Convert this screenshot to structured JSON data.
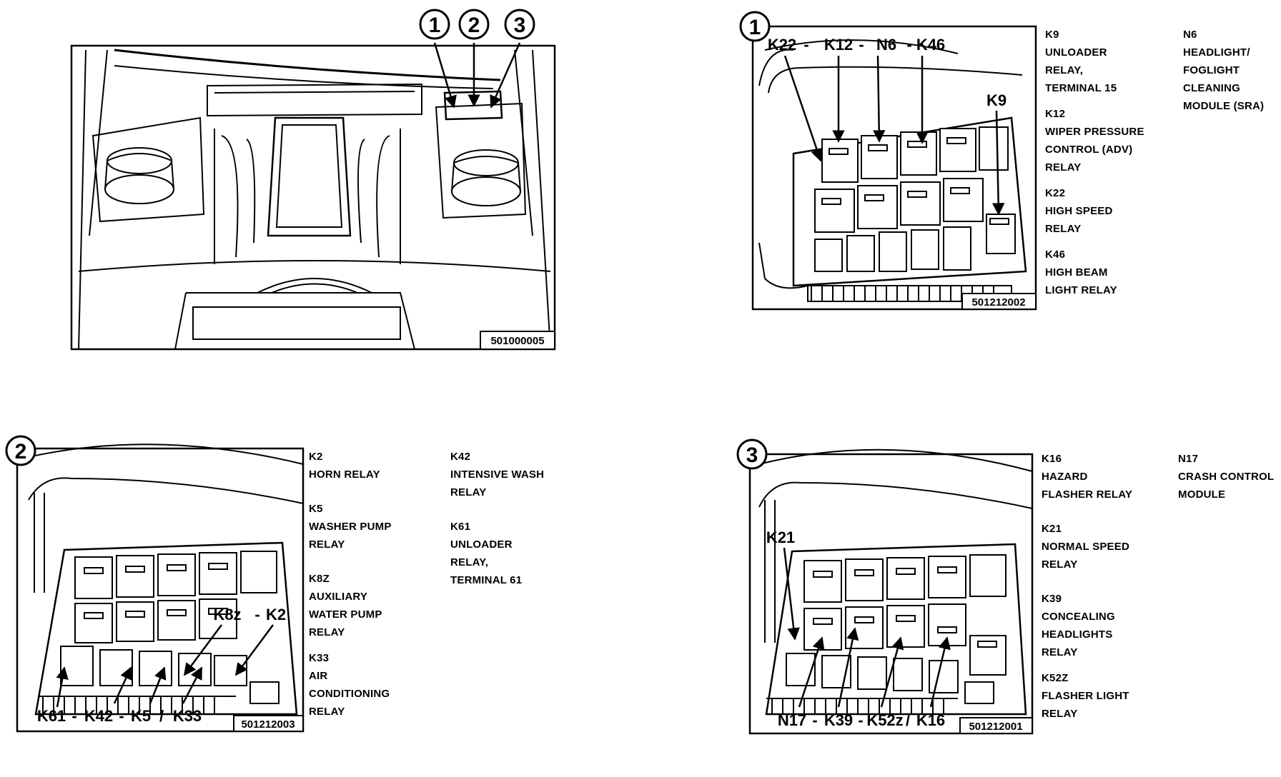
{
  "overview": {
    "callouts": [
      "1",
      "2",
      "3"
    ],
    "figure_id": "501000005"
  },
  "panels": [
    {
      "number": "1",
      "figure_id": "501212002",
      "labels": [
        "K22",
        "K12",
        "N6",
        "K46",
        "K9"
      ],
      "legend_col1": [
        {
          "code": "K9",
          "lines": [
            "UNLOADER",
            "RELAY,",
            "TERMINAL 15"
          ]
        },
        {
          "code": "K12",
          "lines": [
            "WIPER PRESSURE",
            "CONTROL (ADV)",
            "RELAY"
          ]
        },
        {
          "code": "K22",
          "lines": [
            "HIGH SPEED",
            "RELAY"
          ]
        },
        {
          "code": "K46",
          "lines": [
            "HIGH BEAM",
            "LIGHT RELAY"
          ]
        }
      ],
      "legend_col2": [
        {
          "code": "N6",
          "lines": [
            "HEADLIGHT/",
            "FOGLIGHT",
            "CLEANING",
            "MODULE (SRA)"
          ]
        }
      ]
    },
    {
      "number": "2",
      "figure_id": "501212003",
      "labels": [
        "K8z",
        "K2",
        "K61",
        "K42",
        "K5",
        "K33"
      ],
      "legend_col1": [
        {
          "code": "K2",
          "lines": [
            "HORN RELAY"
          ]
        },
        {
          "code": "K5",
          "lines": [
            "WASHER PUMP",
            "RELAY"
          ]
        },
        {
          "code": "K8z",
          "lines": [
            "AUXILIARY",
            "WATER PUMP",
            "RELAY"
          ]
        },
        {
          "code": "K33",
          "lines": [
            "AIR",
            "CONDITIONING",
            "RELAY"
          ]
        }
      ],
      "legend_col2": [
        {
          "code": "K42",
          "lines": [
            "INTENSIVE WASH",
            "RELAY"
          ]
        },
        {
          "code": "K61",
          "lines": [
            "UNLOADER",
            "RELAY,",
            "TERMINAL 61"
          ]
        }
      ]
    },
    {
      "number": "3",
      "figure_id": "501212001",
      "labels": [
        "K21",
        "N17",
        "K39",
        "K52z",
        "K16"
      ],
      "legend_col1": [
        {
          "code": "K16",
          "lines": [
            "HAZARD",
            "FLASHER RELAY"
          ]
        },
        {
          "code": "K21",
          "lines": [
            "NORMAL SPEED",
            "RELAY"
          ]
        },
        {
          "code": "K39",
          "lines": [
            "CONCEALING",
            "HEADLIGHTS",
            "RELAY"
          ]
        },
        {
          "code": "K52z",
          "lines": [
            "FLASHER LIGHT",
            "RELAY"
          ]
        }
      ],
      "legend_col2": [
        {
          "code": "N17",
          "lines": [
            "CRASH CONTROL",
            "MODULE"
          ]
        }
      ]
    }
  ]
}
